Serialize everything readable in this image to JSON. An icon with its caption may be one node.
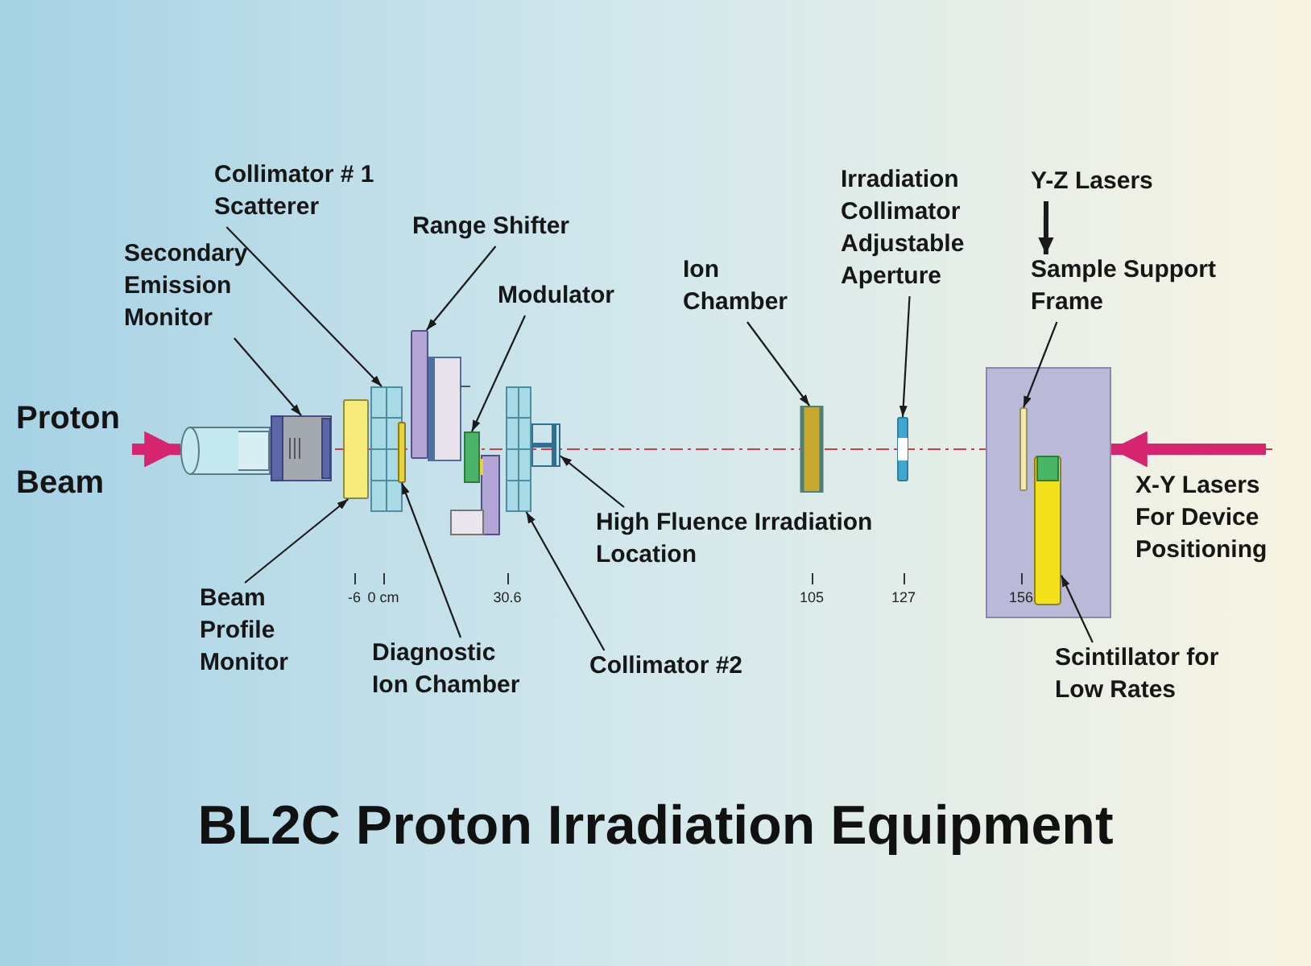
{
  "diagram": {
    "title": "BL2C Proton Irradiation Equipment",
    "nodes": [
      {
        "text": [
          "Secondary Emission Monitor"
        ]
      },
      {
        "text": [
          "Collimator # 1 Scatterer"
        ]
      },
      {
        "text": [
          "Range Shifter"
        ]
      },
      {
        "text": [
          "Modulator"
        ]
      },
      {
        "text": [
          "Ion Chamber"
        ]
      },
      {
        "text": [
          "Irradiation Collimator Adjustable Aperture"
        ]
      },
      {
        "text": [
          "Y-Z Lasers"
        ]
      },
      {
        "text": [
          "Sample Support Frame"
        ]
      },
      {
        "text": [
          "High Fluence Irradiation Location"
        ]
      },
      {
        "text": [
          "Beam Profile Monitor"
        ]
      },
      {
        "text": [
          "Diagnostic Ion Chamber"
        ]
      },
      {
        "text": [
          "Collimator #2"
        ]
      },
      {
        "text": [
          "Scintillator for Low Rates"
        ]
      },
      {
        "text": [],
        "shape": "cylinder"
      },
      {
        "text": [],
        "shape": "box"
      },
      {
        "text": [],
        "shape": "bar"
      },
      {
        "text": [],
        "shape": "box"
      },
      {
        "text": [],
        "shape": "bar"
      },
      {
        "text": [],
        "shape": "bar"
      },
      {
        "text": [],
        "shape": "box"
      },
      {
        "text": [],
        "shape": "box"
      },
      {
        "text": [],
        "shape": "box"
      },
      {
        "text": [],
        "shape": "bar"
      },
      {
        "text": [],
        "shape": "bar"
      },
      {
        "text": [],
        "shape": "box"
      },
      {
        "text": [],
        "shape": "bar",
        "in": 24
      },
      {
        "text": [],
        "shape": "cylinder",
        "in": 24
      },
      {
        "text": [
          "Proton Beam"
        ]
      }
    ],
    "edges": [
      {
        "from": 0,
        "to": 14,
        "arrow": "to"
      },
      {
        "from": 1,
        "to": 16,
        "arrow": "to"
      },
      {
        "from": 2,
        "to": 18,
        "arrow": "to"
      },
      {
        "from": 3,
        "to": 19,
        "arrow": "to"
      },
      {
        "from": 4,
        "to": 22,
        "arrow": "to"
      },
      {
        "from": 5,
        "to": 23,
        "arrow": "to"
      },
      {
        "from": 6,
        "to": 7,
        "arrow": "to",
        "style": "thick"
      },
      {
        "from": 7,
        "to": 25,
        "arrow": "to"
      },
      {
        "from": 8,
        "to": 21,
        "arrow": "to"
      },
      {
        "from": 9,
        "to": 15,
        "arrow": "to"
      },
      {
        "from": 10,
        "to": 17,
        "arrow": "to"
      },
      {
        "from": 11,
        "to": 20,
        "arrow": "to"
      },
      {
        "from": 12,
        "to": 26,
        "arrow": "to"
      },
      {
        "from": 27,
        "to": 13,
        "arrow": "to",
        "style": "thick",
        "color": "#d6246e"
      },
      {
        "from": null,
        "to": 24,
        "arrow": "to",
        "style": "thick",
        "color": "#d6246e"
      }
    ],
    "labels": [
      "X-Y Lasers For Device Positioning",
      "-6",
      "0 cm",
      "30.6",
      "105",
      "127",
      "156"
    ]
  }
}
